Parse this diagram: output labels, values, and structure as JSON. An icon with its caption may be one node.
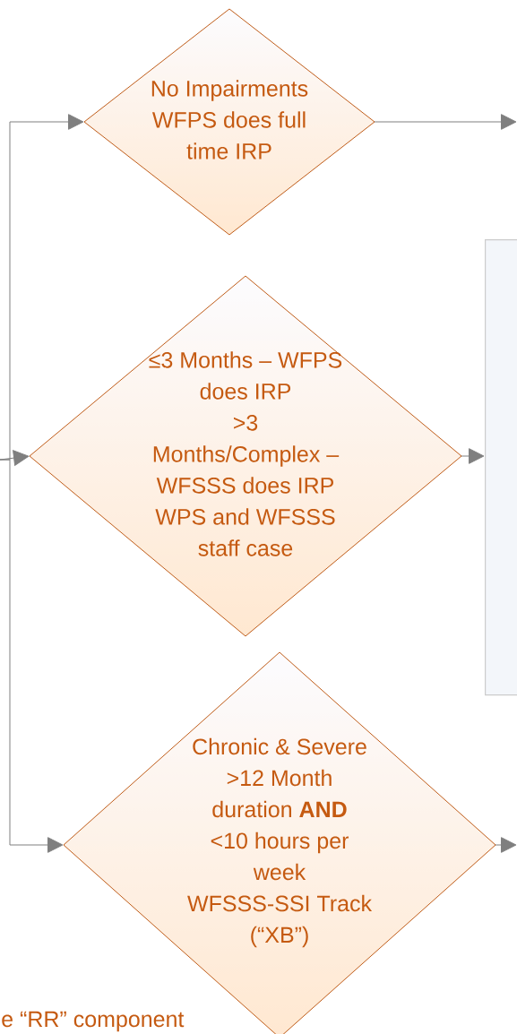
{
  "diagram": {
    "nodes": [
      {
        "text": [
          "No Impairments",
          "WFPS does full time IRP"
        ]
      },
      {
        "text": [
          "≤3 Months – WFPS does IRP",
          ">3 Months/Complex – WFSSS does IRP",
          "WPS and WFSSS staff case"
        ]
      },
      {
        "text": [
          "Chronic & Severe",
          ">12 Month duration **AND**",
          "<10 hours per week",
          "WFSSS-SSI Track (“XB”)"
        ]
      },
      {
        "text": [],
        "shape": "box"
      }
    ],
    "edges": [
      {
        "from": null,
        "to": 0,
        "arrow": "to"
      },
      {
        "from": null,
        "to": 1,
        "arrow": "to"
      },
      {
        "from": null,
        "to": 2,
        "arrow": "to"
      },
      {
        "from": 0,
        "to": null,
        "arrow": "to"
      },
      {
        "from": 1,
        "to": 3,
        "arrow": "to"
      },
      {
        "from": 2,
        "to": null,
        "arrow": "to"
      }
    ],
    "labels": [
      "e “RR” component"
    ]
  }
}
